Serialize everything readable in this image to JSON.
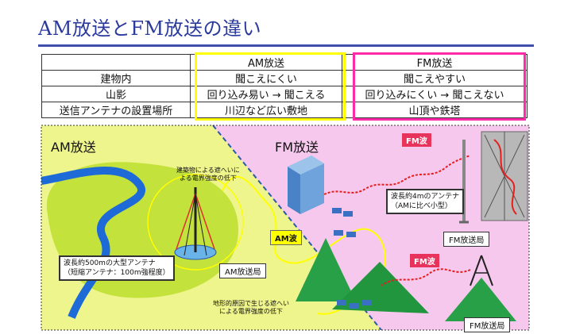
{
  "title": "AM放送とFM放送の違い",
  "table": {
    "headers": [
      "",
      "AM放送",
      "FM放送"
    ],
    "rows": [
      [
        "建物内",
        "聞こえにくい",
        "聞こえやすい"
      ],
      [
        "山影",
        "回り込み易い → 聞こえる",
        "回り込みにくい → 聞こえない"
      ],
      [
        "送信アンテナの設置場所",
        "川辺など広い敷地",
        "山頂や鉄塔"
      ]
    ]
  },
  "diagram": {
    "am_area_label": "AM放送",
    "fm_area_label": "FM放送",
    "am_wave_label": "AM波",
    "fm_wave_label_top": "FM波",
    "fm_wave_label_mid": "FM波",
    "am_station_label": "AM放送局",
    "fm_station_top_label": "FM放送局",
    "fm_station_bottom_label": "FM放送局",
    "building_note_1": "建築物による遮へいに",
    "building_note_2": "よる電界強度の低下",
    "terrain_note_1": "地形的原因で生じる遮へい",
    "terrain_note_2": "による電界強度の低下",
    "am_antenna_1": "波長約500mの大型アンテナ",
    "am_antenna_2": "（短縮アンテナ：100m強程度）",
    "fm_antenna_1": "波長約4mのアンテナ",
    "fm_antenna_2": "（AMに比べ小型）"
  },
  "colors": {
    "am_bg": "#eef58c",
    "fm_bg": "#f7c8ee",
    "am_box": "#ffff00",
    "fm_box": "#ff2aa5",
    "title": "#2a3a9c"
  }
}
